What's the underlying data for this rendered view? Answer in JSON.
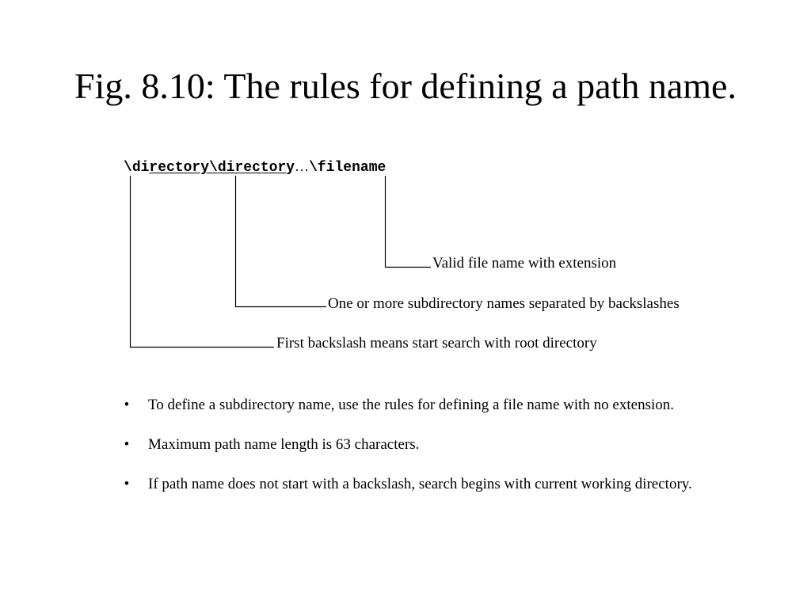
{
  "slide": {
    "title": "Fig. 8.10: The rules for defining a path name."
  },
  "path_syntax": {
    "part_backslash_1": "\\",
    "part_di": "di",
    "part_rectory": "rectory",
    "part_backslash_2": "\\",
    "part_directory": "director",
    "part_y": "y",
    "part_ellipsis": "…",
    "part_backslash_3": "\\",
    "part_filename": "filename"
  },
  "callouts": {
    "filename": "Valid file name with extension",
    "subdirectories": "One or more subdirectory names separated by backslashes",
    "root": "First backslash means start search with root directory"
  },
  "bullets": [
    {
      "symbol": "•",
      "text": "To define a subdirectory name, use the rules for defining a file name with no extension."
    },
    {
      "symbol": "•",
      "text": "Maximum path name length is 63 characters."
    },
    {
      "symbol": "•",
      "text": "If path name does not start with a backslash, search begins with current working directory."
    }
  ]
}
